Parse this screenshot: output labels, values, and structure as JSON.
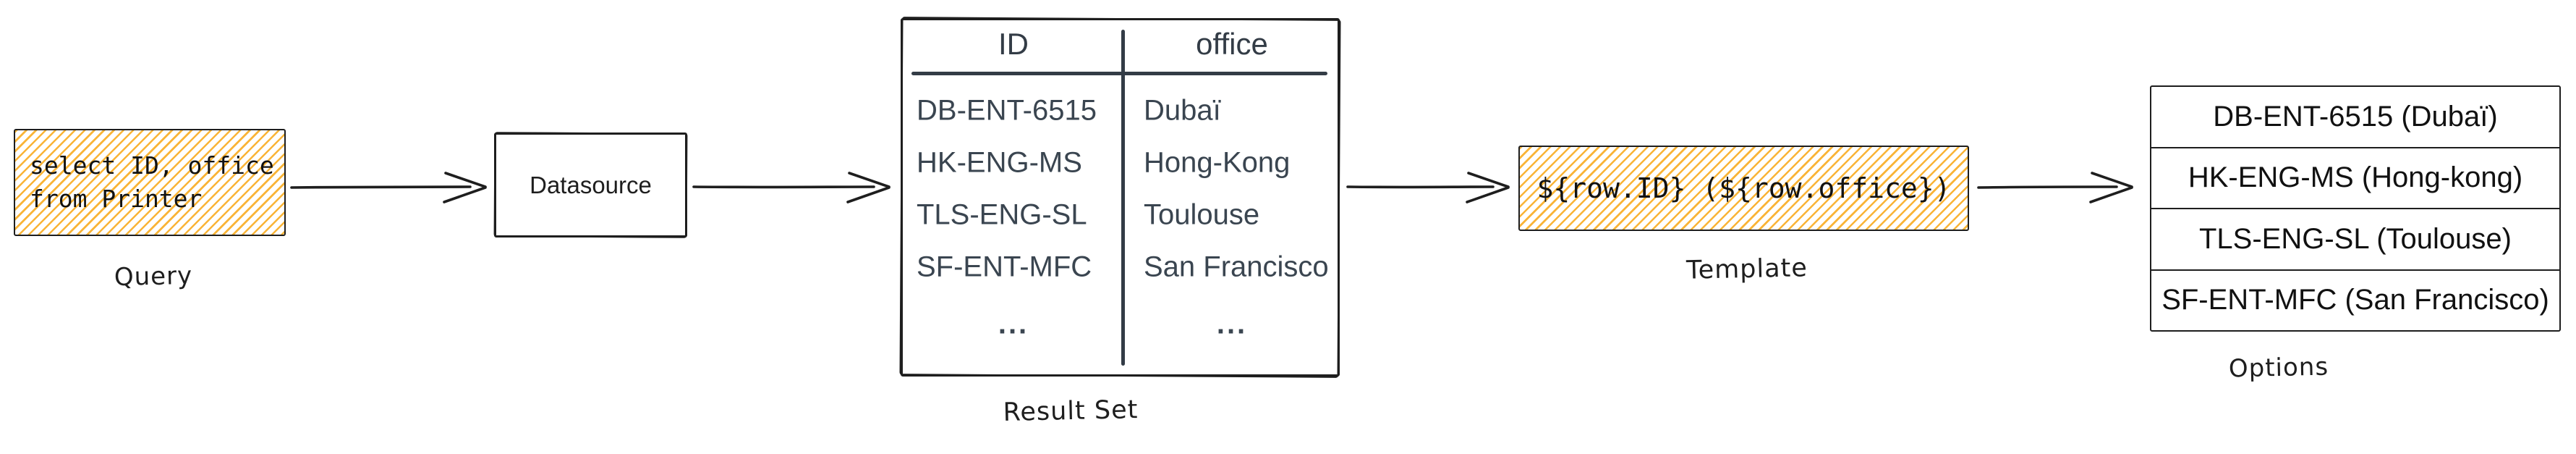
{
  "query": {
    "code_line1": "select ID, office",
    "code_line2": "from Printer",
    "caption": "Query"
  },
  "datasource": {
    "label": "Datasource"
  },
  "result_set": {
    "caption": "Result Set",
    "columns": [
      "ID",
      "office"
    ],
    "rows": [
      [
        "DB-ENT-6515",
        "Dubaï"
      ],
      [
        "HK-ENG-MS",
        "Hong-Kong"
      ],
      [
        "TLS-ENG-SL",
        "Toulouse"
      ],
      [
        "SF-ENT-MFC",
        "San Francisco"
      ]
    ],
    "ellipsis": "..."
  },
  "template": {
    "code": "${row.ID} (${row.office})",
    "caption": "Template"
  },
  "options": {
    "caption": "Options",
    "items": [
      "DB-ENT-6515 (Dubaï)",
      "HK-ENG-MS (Hong-kong)",
      "TLS-ENG-SL (Toulouse)",
      "SF-ENT-MFC (San Francisco)"
    ]
  },
  "colors": {
    "hachure_fill": "#f9b02c",
    "stroke": "#1e1e1e",
    "table_ink": "#333c46"
  }
}
